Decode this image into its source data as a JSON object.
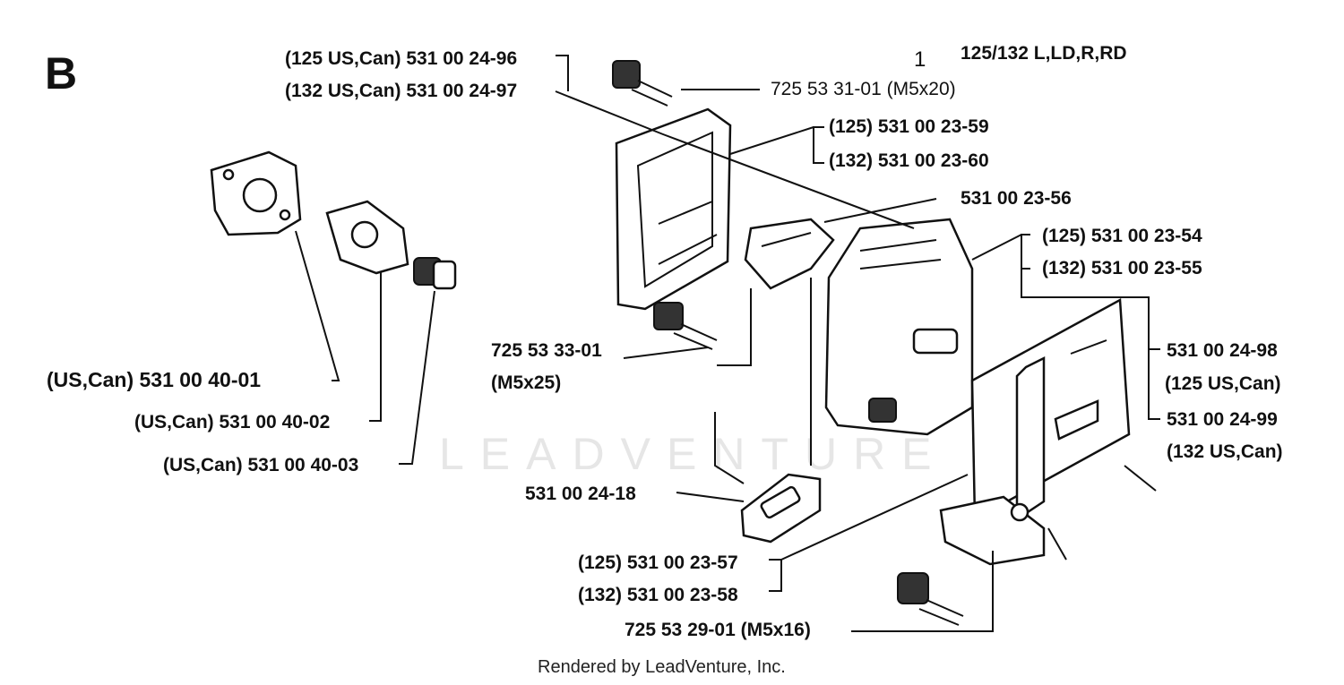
{
  "section_letter": "B",
  "item_number": "1",
  "model_title": "125/132 L,LD,R,RD",
  "watermark": "LEADVENTURE",
  "footer": "Rendered by LeadVenture, Inc.",
  "labels": {
    "gasket_125": "(125 US,Can) 531 00 24-96",
    "gasket_132": "(132 US,Can) 531 00 24-97",
    "screw_m5x20": "725 53 31-01 (M5x20)",
    "cover_125": "(125) 531 00 23-59",
    "cover_132": "(132) 531 00 23-60",
    "deflector": "531 00 23-56",
    "muffler_125": "(125) 531 00 23-54",
    "muffler_132": "(132) 531 00 23-55",
    "screw_m5x25_num": "725 53 33-01",
    "screw_m5x25_size": "(M5x25)",
    "plate_125_num": "531 00 24-98",
    "plate_125_model": "(125 US,Can)",
    "plate_132_num": "531 00 24-99",
    "plate_132_model": "(132 US,Can)",
    "intake_01": "(US,Can) 531 00 40-01",
    "intake_02": "(US,Can) 531 00 40-02",
    "intake_03": "(US,Can) 531 00 40-03",
    "gasket_2418": "531 00 24-18",
    "bracket_125": "(125) 531 00 23-57",
    "bracket_132": "(132) 531 00 23-58",
    "screw_m5x16": "725 53 29-01 (M5x16)"
  }
}
